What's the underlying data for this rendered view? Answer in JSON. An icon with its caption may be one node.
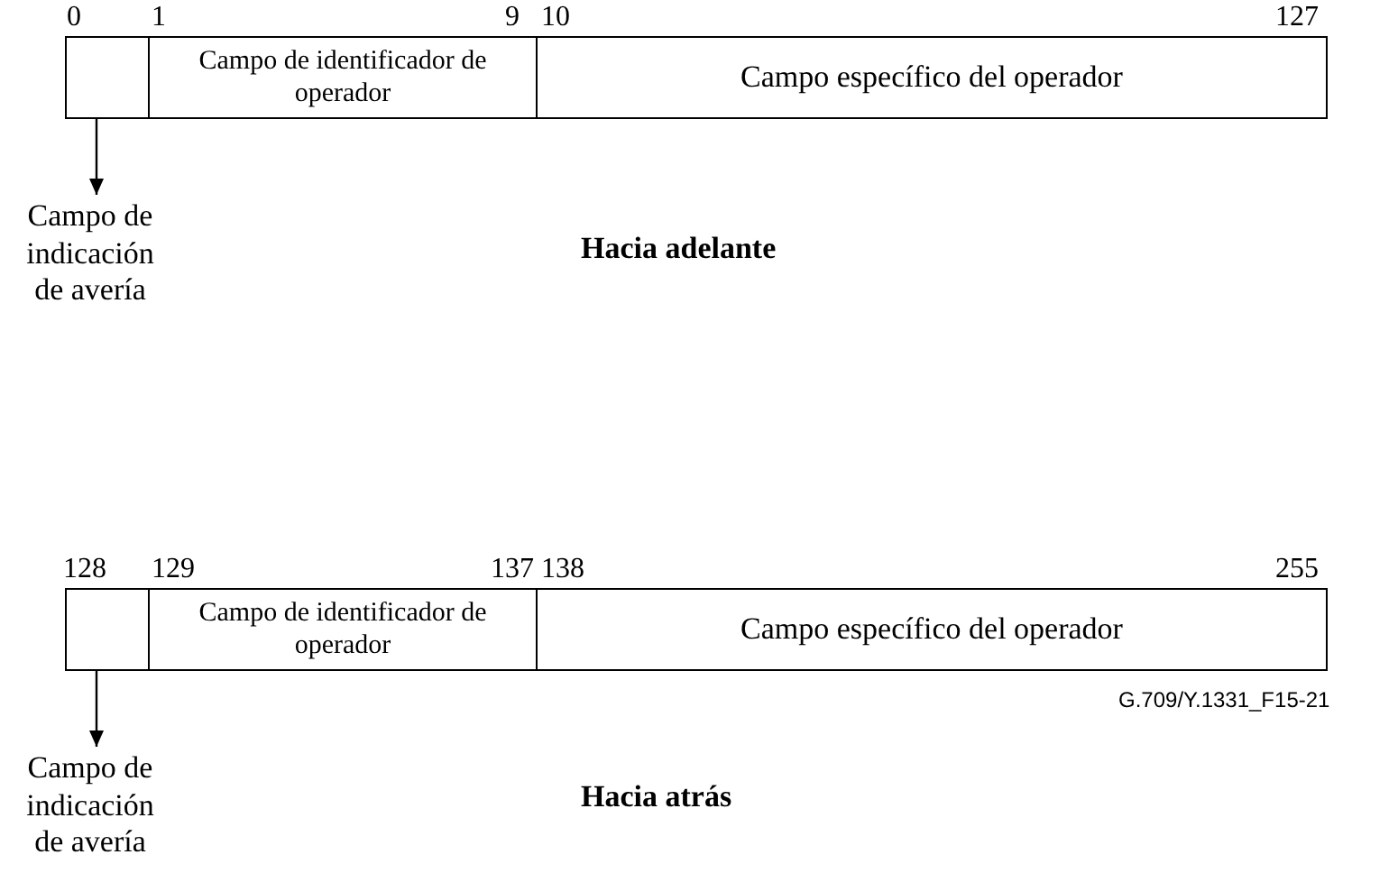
{
  "diagram": {
    "nodes": [
      {
        "text": [],
        "shape": "box"
      },
      {
        "text": [
          "Campo de identificador de operador"
        ]
      },
      {
        "text": [
          "Campo específico del operador"
        ]
      },
      {
        "text": [
          "Campo de indicación de avería"
        ]
      },
      {
        "text": [],
        "shape": "box"
      },
      {
        "text": [
          "Campo de identificador de operador"
        ]
      },
      {
        "text": [
          "Campo específico del operador"
        ]
      },
      {
        "text": [
          "Campo de indicación de avería"
        ]
      }
    ],
    "edges": [
      {
        "from": 0,
        "to": 3,
        "arrow": "to"
      },
      {
        "from": 4,
        "to": 7,
        "arrow": "to"
      }
    ],
    "labels": [
      "0",
      "1",
      "9",
      "10",
      "127",
      "Hacia adelante",
      "128",
      "129",
      "137",
      "138",
      "255",
      "G.709/Y.1331_F15-21",
      "Hacia atrás"
    ]
  }
}
